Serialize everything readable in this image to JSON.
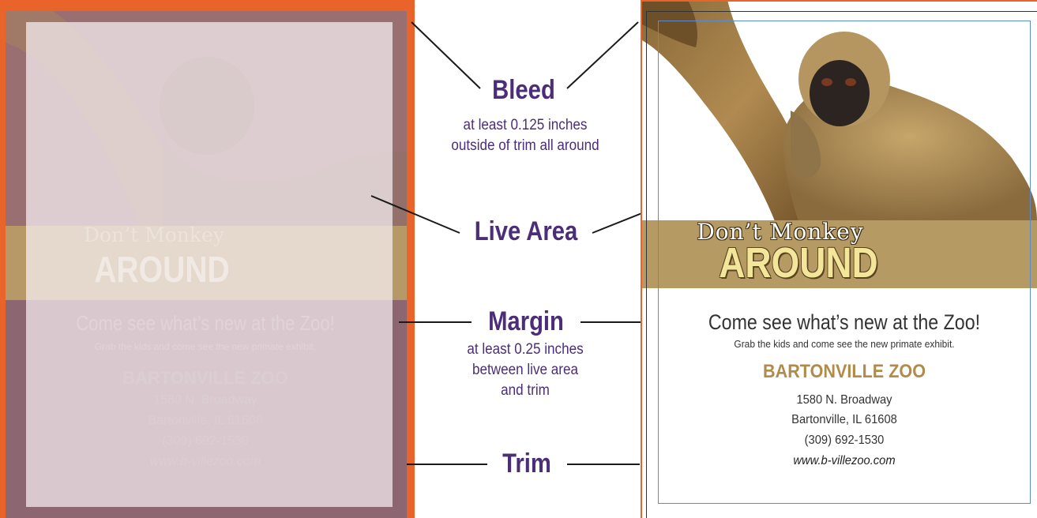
{
  "callouts": {
    "bleed": {
      "title": "Bleed",
      "line1": "at least 0.125 inches",
      "line2": "outside of trim all around"
    },
    "live_area": {
      "title": "Live Area"
    },
    "margin": {
      "title": "Margin",
      "line1": "at least 0.25 inches",
      "line2": "between live area",
      "line3": "and trim"
    },
    "trim": {
      "title": "Trim"
    }
  },
  "flyer": {
    "headline_line1": "Don’t Monkey",
    "headline_line2": "AROUND",
    "tagline": "Come see what’s new at the Zoo!",
    "subtagline": "Grab the kids and come see the new primate exhibit.",
    "zoo_name": "BARTONVILLE ZOO",
    "address_line1": "1580 N. Broadway",
    "address_line2": "Bartonville, IL 61608",
    "phone": "(309) 692-1530",
    "website": "www.b-villezoo.com"
  },
  "colors": {
    "bleed": "#e8642a",
    "callout_text": "#4b2d78",
    "band": "#b59a64",
    "live_area_border": "#5b8bc9",
    "zoo_name": "#b08b4a"
  }
}
